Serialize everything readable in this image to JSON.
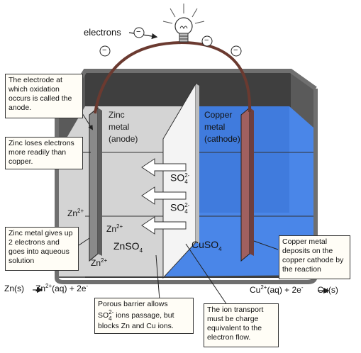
{
  "electrons_label": "electrons",
  "electron_symbol": "−",
  "callouts": {
    "oxidation": "The electrode at which oxidation occurs is called the anode.",
    "zinc_loses": "Zinc loses electrons more readily than copper.",
    "zinc_gives": "Zinc metal gives up 2 electrons and goes into aqueous solution",
    "copper_deposits": "Copper metal deposits on the copper cathode by the reaction",
    "porous_pre": "Porous barrier allows",
    "porous_ion": "SO",
    "porous_sub": "4",
    "porous_sup": "2-",
    "porous_post": " ions passage, but blocks Zn and Cu ions.",
    "transport": "The ion transport must be charge equivalent to the electron flow."
  },
  "zinc_label": [
    "Zinc",
    "metal",
    "(anode)"
  ],
  "copper_label": [
    "Copper",
    "metal",
    "(cathode)"
  ],
  "ions": {
    "zn": "Zn",
    "zn_charge": "2+",
    "so4": "SO",
    "so4_sub": "4",
    "so4_charge": "2-",
    "znso4": "ZnSO",
    "znso4_sub": "4",
    "cuso4": "CuSO",
    "cuso4_sub": "4"
  },
  "equations": {
    "anode_a": "Zn(s)",
    "anode_b": "Zn",
    "anode_b_sup": "2+",
    "anode_c": "(aq) + 2e",
    "anode_c_sup": "-",
    "cathode_a": "Cu",
    "cathode_a_sup": "2+",
    "cathode_b": "(aq) + 2e",
    "cathode_b_sup": "-",
    "cathode_c": "Cu(s)"
  },
  "colors": {
    "zinc_solution": "#d4d4d4",
    "copper_solution": "#4a86e8",
    "zinc_electrode": "#8a8a8a",
    "copper_electrode": "#a0605f",
    "wire": "#6b3a30",
    "container": "#6f6f6f",
    "callout_bg": "#fffdf6"
  }
}
